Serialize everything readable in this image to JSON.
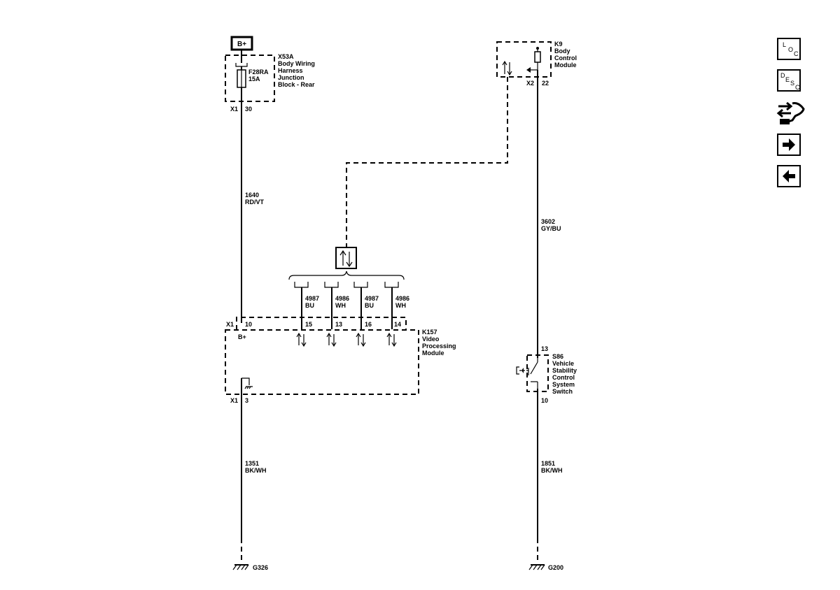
{
  "nav": {
    "loc": {
      "l": "L",
      "o": "O",
      "c": "C"
    },
    "desc": {
      "d": "D",
      "e": "E",
      "s": "S",
      "c": "C"
    },
    "tool_icon": "connector-tool-icon",
    "next_icon": "arrow-right-icon",
    "prev_icon": "arrow-left-icon"
  },
  "power": {
    "label": "B+"
  },
  "x53a": {
    "title": "X53A",
    "desc": [
      "Body Wiring",
      "Harness",
      "Junction",
      "Block - Rear"
    ],
    "fuse": [
      "F28RA",
      "15A"
    ],
    "conn": "X1",
    "pin": "30"
  },
  "k9": {
    "title": "K9",
    "desc": [
      "Body",
      "Control",
      "Module"
    ],
    "conn": "X2",
    "pin": "22"
  },
  "wires": {
    "w1640": [
      "1640",
      "RD/VT"
    ],
    "w3602": [
      "3602",
      "GY/BU"
    ],
    "w1351": [
      "1351",
      "BK/WH"
    ],
    "w1851": [
      "1851",
      "BK/WH"
    ]
  },
  "bus_wires": [
    {
      "num": "4987",
      "color": "BU",
      "pin": "15"
    },
    {
      "num": "4986",
      "color": "WH",
      "pin": "13"
    },
    {
      "num": "4987",
      "color": "BU",
      "pin": "16"
    },
    {
      "num": "4986",
      "color": "WH",
      "pin": "14"
    }
  ],
  "k157": {
    "title": "K157",
    "desc": [
      "Video",
      "Processing",
      "Module"
    ],
    "conn_top": "X1",
    "pin_top": "10",
    "bplus": "B+",
    "conn_bottom": "X1",
    "pin_bottom": "3"
  },
  "s86": {
    "title": "S86",
    "desc": [
      "Vehicle",
      "Stability",
      "Control",
      "System",
      "Switch"
    ],
    "pin_top": "13",
    "pin_bottom": "10"
  },
  "grounds": {
    "left": "G326",
    "right": "G200"
  }
}
